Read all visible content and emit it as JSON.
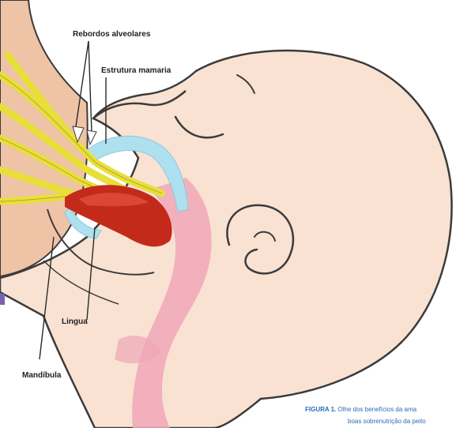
{
  "labels": {
    "alveolar_ridges": "Rebordos alveolares",
    "breast_tissue": "Estrutura mamaria",
    "tongue": "Lingua",
    "mandible": "Mandíbula"
  },
  "caption": {
    "figure_number": "FIGURA 1.",
    "line1": "Olhe dos benefícios da ama",
    "line2": "boas sobrenutrição da peito"
  },
  "colors": {
    "skin_baby": "#f9e2d2",
    "skin_mother": "#efc3a5",
    "outline": "#3b3b3b",
    "nerves": "#e8df3a",
    "tongue": "#c42a1a",
    "soft_tissue": "#aee0ef",
    "throat": "#f0a7b8",
    "caption_blue": "#2b6cb4"
  }
}
